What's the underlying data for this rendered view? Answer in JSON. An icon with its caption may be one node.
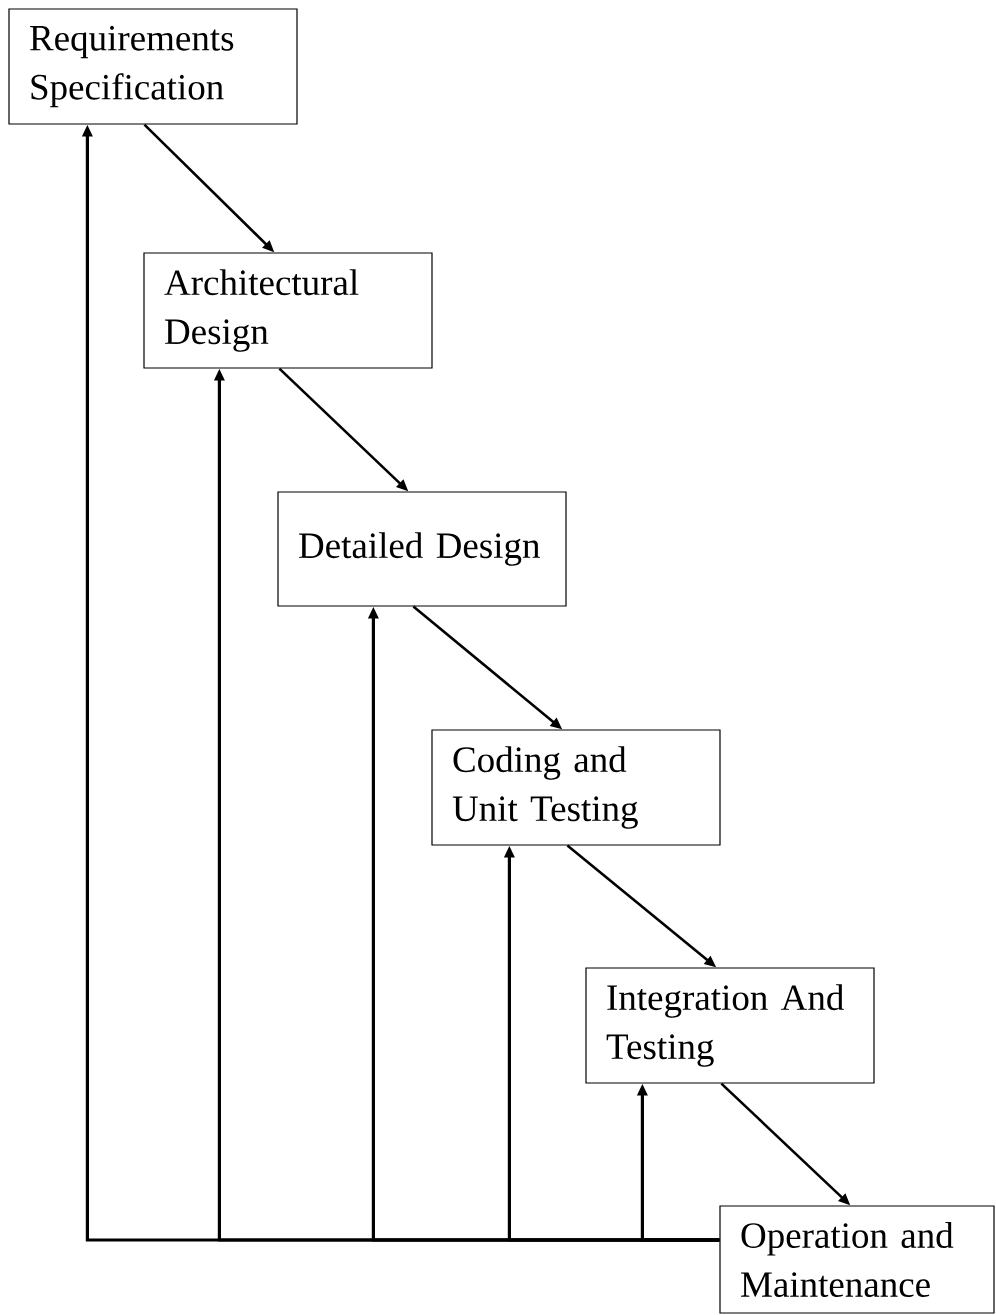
{
  "diagram": {
    "nodes": [
      {
        "text": [
          "Requirements Specification"
        ]
      },
      {
        "text": [
          "Architectural Design"
        ]
      },
      {
        "text": [
          "Detailed Design"
        ]
      },
      {
        "text": [
          "Coding and Unit Testing"
        ]
      },
      {
        "text": [
          "Integration And Testing"
        ]
      },
      {
        "text": [
          "Operation and Maintenance"
        ]
      }
    ],
    "edges": [
      {
        "from": 0,
        "to": 1,
        "arrow": "to"
      },
      {
        "from": 1,
        "to": 2,
        "arrow": "to"
      },
      {
        "from": 2,
        "to": 3,
        "arrow": "to"
      },
      {
        "from": 3,
        "to": 4,
        "arrow": "to"
      },
      {
        "from": 4,
        "to": 5,
        "arrow": "to"
      },
      {
        "from": 5,
        "to": 0,
        "arrow": "to"
      },
      {
        "from": 5,
        "to": 1,
        "arrow": "to"
      },
      {
        "from": 5,
        "to": 2,
        "arrow": "to"
      },
      {
        "from": 5,
        "to": 3,
        "arrow": "to"
      },
      {
        "from": 5,
        "to": 4,
        "arrow": "to"
      }
    ]
  }
}
